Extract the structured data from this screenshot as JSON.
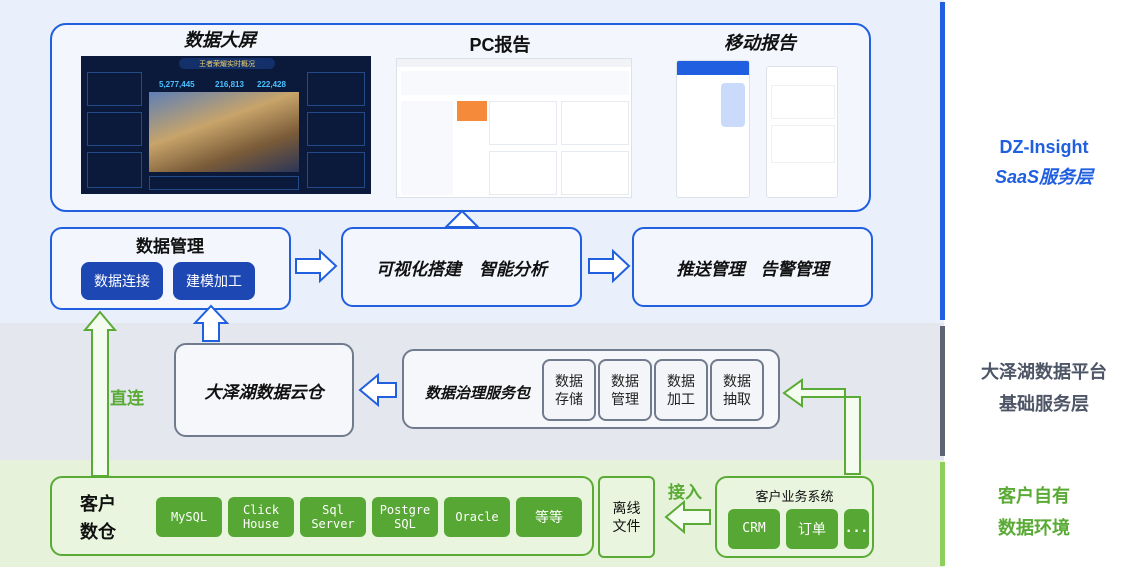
{
  "layers": {
    "saas": {
      "line1": "DZ-Insight",
      "line2": "SaaS服务层",
      "color": "#1f5fe0"
    },
    "base": {
      "line1": "大泽湖数据平台",
      "line2": "基础服务层",
      "color": "#4d5566"
    },
    "customer": {
      "line1": "客户自有",
      "line2": "数据环境",
      "color": "#5aab35"
    }
  },
  "saas": {
    "screens": {
      "big_screen_title": "数据大屏",
      "pc_report_title": "PC报告",
      "mobile_report_title": "移动报告",
      "dashboard_header": "王者荣耀实时概况",
      "dashboard_kpis": [
        "5,277,445",
        "216,813",
        "222,428"
      ]
    },
    "data_management": {
      "title": "数据管理",
      "items": [
        "数据连接",
        "建模加工"
      ]
    },
    "visual_build": "可视化搭建",
    "smart_analysis": "智能分析",
    "push_management": "推送管理",
    "alert_management": "告警管理"
  },
  "base": {
    "warehouse": "大泽湖数据云仓",
    "governance": {
      "title": "数据治理服务包",
      "items": [
        "数据\n存储",
        "数据\n管理",
        "数据\n加工",
        "数据\n抽取"
      ]
    }
  },
  "customer": {
    "warehouse_line1": "客户",
    "warehouse_line2": "数仓",
    "databases": [
      "MySQL",
      "Click\nHouse",
      "Sql\nServer",
      "Postgre\nSQL",
      "Oracle",
      "等等"
    ],
    "offline_files": "离线\n文件",
    "business_systems": {
      "title": "客户业务系统",
      "items": [
        "CRM",
        "订单",
        "..."
      ]
    }
  },
  "connectors": {
    "direct": "直连",
    "ingest": "接入"
  }
}
